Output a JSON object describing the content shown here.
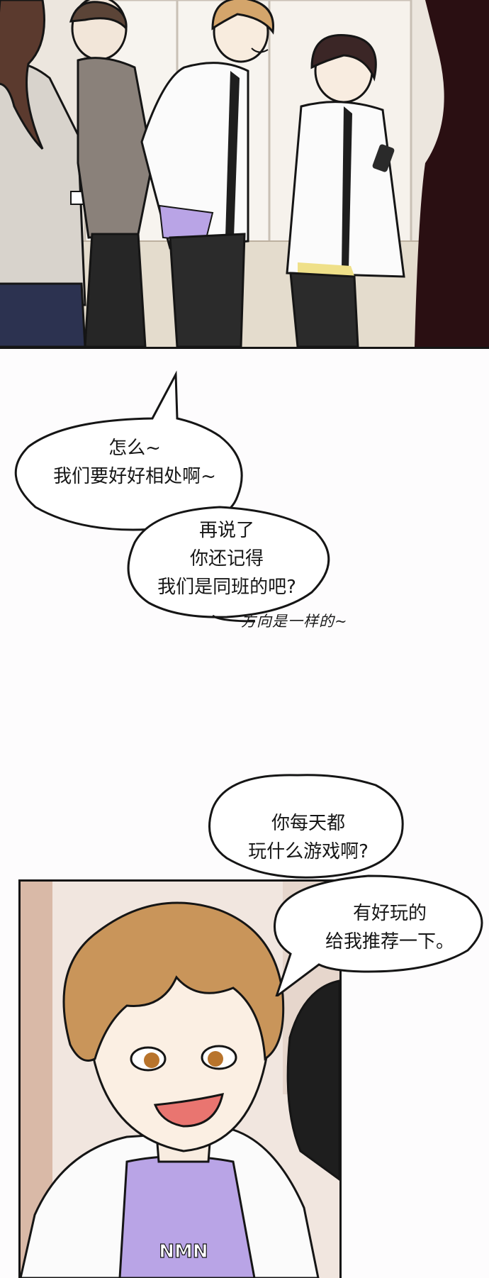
{
  "comic": {
    "bubbles": [
      {
        "lines": [
          "怎么~",
          "我们要好好相处啊~"
        ]
      },
      {
        "lines": [
          "再说了",
          "你还记得",
          "我们是同班的吧?"
        ]
      },
      {
        "lines": [
          "你每天都",
          "玩什么游戏啊?"
        ]
      },
      {
        "lines": [
          "有好玩的",
          "给我推荐一下。"
        ]
      }
    ],
    "aside_text": "方向是一样的~",
    "shirt_print": "NMN"
  },
  "colors": {
    "page_bg": "#fdfcfd",
    "outline": "#151515",
    "hair_blond": "#c9955a",
    "shirt_purple": "#b9a4e6",
    "dark_figure": "#2a0f12"
  }
}
